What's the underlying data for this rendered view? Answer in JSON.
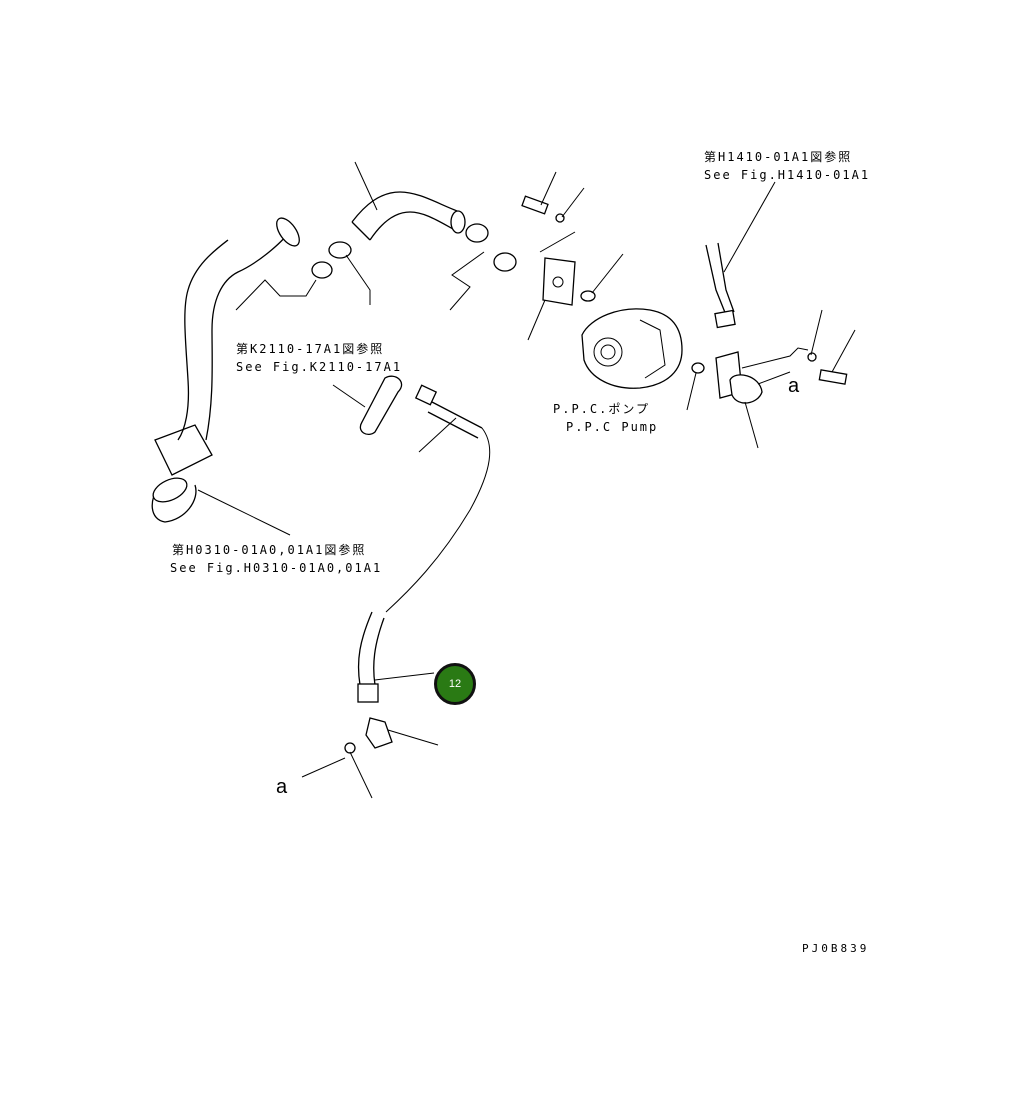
{
  "refs": {
    "h1410_jp": "第H1410-01A1図参照",
    "h1410_en": "See Fig.H1410-01A1",
    "k2110_jp": "第K2110-17A1図参照",
    "k2110_en": "See Fig.K2110-17A1",
    "h0310_jp": "第H0310-01A0,01A1図参照",
    "h0310_en": "See Fig.H0310-01A0,01A1"
  },
  "ppc_pump": {
    "jp": "P.P.C.ポンプ",
    "en": "P.P.C Pump"
  },
  "marker_a": "a",
  "callout": {
    "number": "12",
    "color": "#2a7a14"
  },
  "drawing_code": "PJ0B839"
}
